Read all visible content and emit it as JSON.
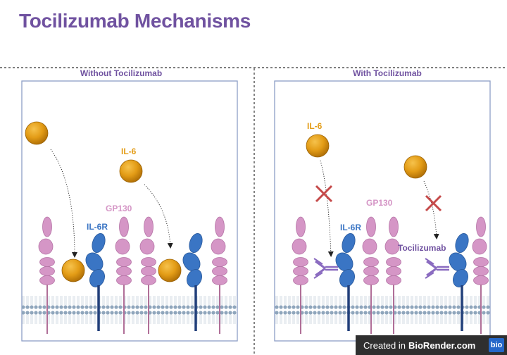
{
  "title": "Tocilizumab Mechanisms",
  "panels": {
    "left": {
      "title": "Without Tocilizumab"
    },
    "right": {
      "title": "With Tocilizumab"
    }
  },
  "labels": {
    "il6": "IL-6",
    "gp130": "GP130",
    "il6r": "IL-6R",
    "tocilizumab": "Tocilizumab"
  },
  "watermark": {
    "prefix": "Created in",
    "brand": "BioRender.com",
    "logo": "bio"
  },
  "colors": {
    "title": "#7052a0",
    "il6": "#e39c16",
    "gp130": "#d596c6",
    "il6r": "#3a75c4",
    "antibody": "#8a6bc0",
    "block_x": "#c54a4a",
    "membrane": "#8fa6bc"
  }
}
